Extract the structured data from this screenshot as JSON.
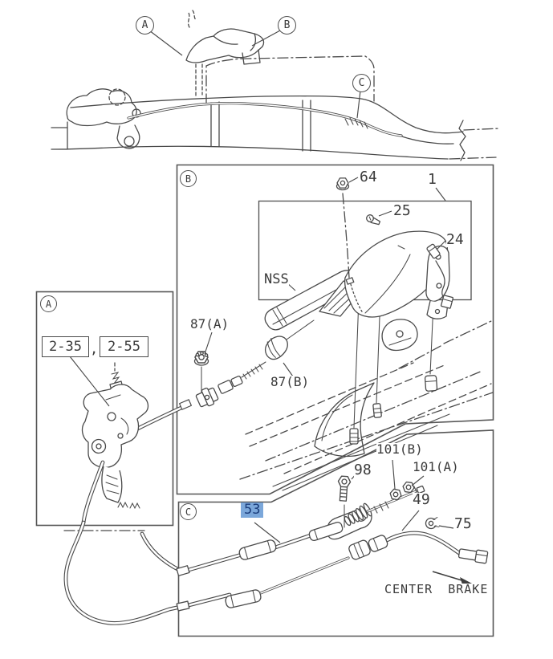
{
  "page": {
    "background": "#ffffff",
    "line_color": "#4a4a4a",
    "text_color": "#3b3b3b"
  },
  "overview": {
    "callout_a": "A",
    "callout_b": "B",
    "callout_c": "C"
  },
  "section_a": {
    "tag": "A",
    "ref_1": "2-35",
    "separator": ",",
    "ref_2": "2-55"
  },
  "section_b": {
    "tag": "B",
    "part_1": "1",
    "part_64": "64",
    "part_25": "25",
    "part_24": "24",
    "nss": "NSS",
    "part_87a": "87(A)",
    "part_87b": "87(B)"
  },
  "section_c": {
    "tag": "C",
    "part_53": "53",
    "part_98": "98",
    "part_101b": "101(B)",
    "part_101a": "101(A)",
    "part_49": "49",
    "part_75": "75",
    "note": "CENTER BRAKE"
  },
  "highlight": {
    "selected_part": "53",
    "background": "#7ba7da",
    "text_color": "#1c3e7c"
  }
}
